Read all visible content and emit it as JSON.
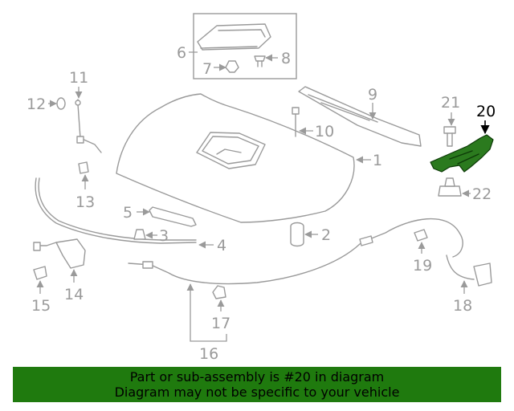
{
  "diagram": {
    "colors": {
      "line": "#9a9a9a",
      "highlight_part": "#2b7a1e",
      "banner_background": "#1f7a0e",
      "banner_text": "#000000"
    },
    "callouts": {
      "c1": "1",
      "c2": "2",
      "c3": "3",
      "c4": "4",
      "c5": "5",
      "c6": "6",
      "c7": "7",
      "c8": "8",
      "c9": "9",
      "c10": "10",
      "c11": "11",
      "c12": "12",
      "c13": "13",
      "c14": "14",
      "c15": "15",
      "c16": "16",
      "c17": "17",
      "c18": "18",
      "c19": "19",
      "c20": "20",
      "c21": "21",
      "c22": "22"
    },
    "highlighted_callout": "20"
  },
  "banner": {
    "line1": "Part or sub-assembly is #20 in diagram",
    "line2": "Diagram may not be specific to your vehicle"
  }
}
